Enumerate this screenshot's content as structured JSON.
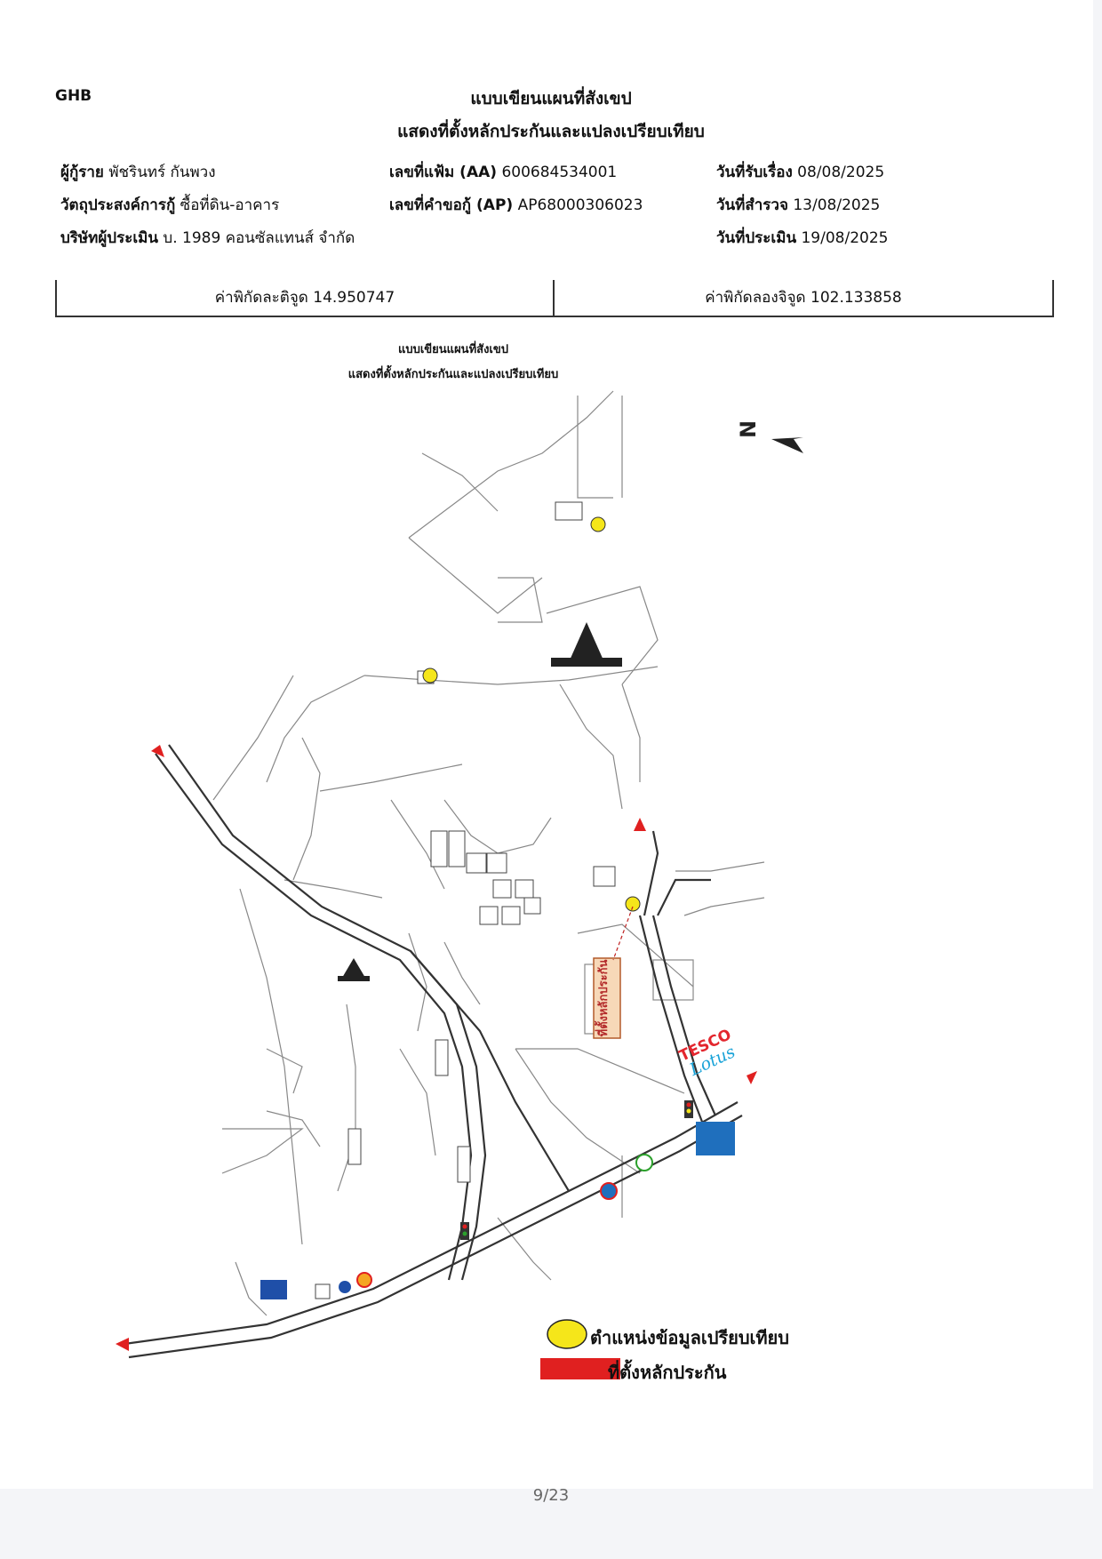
{
  "header": {
    "logo": "GHB",
    "title_line1": "แบบเขียนแผนที่สังเขป",
    "title_line2": "แสดงที่ตั้งหลักประกันและแปลงเปรียบเทียบ"
  },
  "info": {
    "borrower_label": "ผู้กู้ราย",
    "borrower_value": "พัชรินทร์ กันพวง",
    "purpose_label": "วัตถุประสงค์การกู้",
    "purpose_value": "ซื้อที่ดิน-อาคาร",
    "appraiser_label": "บริษัทผู้ประเมิน",
    "appraiser_value": "บ. 1989 คอนซัลแทนส์ จำกัด",
    "file_no_label": "เลขที่แฟ้ม (AA)",
    "file_no_value": "600684534001",
    "request_no_label": "เลขที่คำขอกู้ (AP)",
    "request_no_value": "AP68000306023",
    "received_label": "วันที่รับเรื่อง",
    "received_value": "08/08/2025",
    "survey_label": "วันที่สำรวจ",
    "survey_value": "13/08/2025",
    "appraisal_label": "วันที่ประเมิน",
    "appraisal_value": "19/08/2025"
  },
  "coordinates": {
    "lat_text": "ค่าพิกัดละติจูด 14.950747",
    "lon_text": "ค่าพิกัดลองจิจูด 102.133858"
  },
  "map": {
    "title_line1": "แบบเขียนแผนที่สังเขป",
    "title_line2": "แสดงที่ตั้งหลักประกันและแปลงเปรียบเทียบ",
    "north_label": "N",
    "collateral_box_label": "ที่ตั้งหลักประกัน",
    "store_brand_line1": "TESCO",
    "store_brand_line2": "Lotus",
    "colors": {
      "comparison_marker": "#f5e61a",
      "collateral_marker": "#e02020",
      "road": "#333333",
      "tesco_red": "#e3262e",
      "lotus_blue": "#1aa3d8",
      "bank_blue": "#1f6fbd"
    }
  },
  "legend": {
    "comparison_label": "ตำแหน่งข้อมูลเปรียบเทียบ",
    "collateral_label": "ที่ตั้งหลักประกัน"
  },
  "footer": {
    "page": "9/23"
  }
}
